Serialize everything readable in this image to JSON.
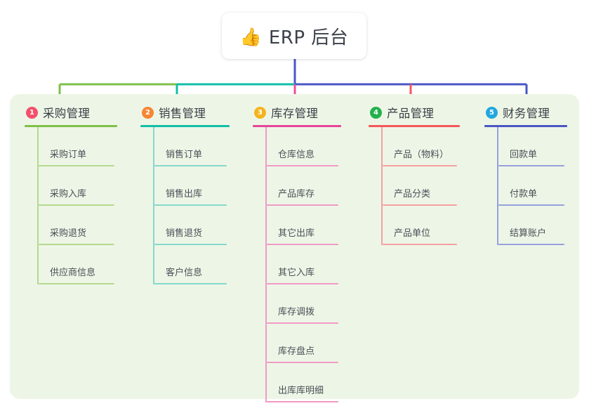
{
  "diagram": {
    "title": "ERP 后台",
    "root_icon": "thumbs-up-icon",
    "root_icon_glyph": "👍",
    "panel_background": "#edf6e6",
    "card_background": "#ffffff",
    "root_connector_color": "#4a56c4",
    "branches": [
      {
        "number": "1",
        "label": "采购管理",
        "badge_color": "#f2506b",
        "line_color": "#7fc04a",
        "leaf_line_color": "#b5d98f",
        "connector_color": "#7fc04a",
        "items": [
          "采购订单",
          "采购入库",
          "采购退货",
          "供应商信息"
        ]
      },
      {
        "number": "2",
        "label": "销售管理",
        "badge_color": "#f58634",
        "line_color": "#12bfa8",
        "leaf_line_color": "#86d8cc",
        "connector_color": "#12bfa8",
        "items": [
          "销售订单",
          "销售出库",
          "销售退货",
          "客户信息"
        ]
      },
      {
        "number": "3",
        "label": "库存管理",
        "badge_color": "#f5b41d",
        "line_color": "#e8459a",
        "leaf_line_color": "#f09ac6",
        "connector_color": "#ef4d9e",
        "items": [
          "仓库信息",
          "产品库存",
          "其它出库",
          "其它入库",
          "库存调拨",
          "库存盘点",
          "出库库明细"
        ]
      },
      {
        "number": "4",
        "label": "产品管理",
        "badge_color": "#22b14c",
        "line_color": "#f4575c",
        "leaf_line_color": "#f7a0a2",
        "connector_color": "#f4575c",
        "items": [
          "产品（物料）",
          "产品分类",
          "产品单位"
        ]
      },
      {
        "number": "5",
        "label": "财务管理",
        "badge_color": "#22a7e0",
        "line_color": "#4a56c4",
        "leaf_line_color": "#97a0dd",
        "connector_color": "#4a56c4",
        "items": [
          "回款单",
          "付款单",
          "结算账户"
        ]
      }
    ]
  }
}
